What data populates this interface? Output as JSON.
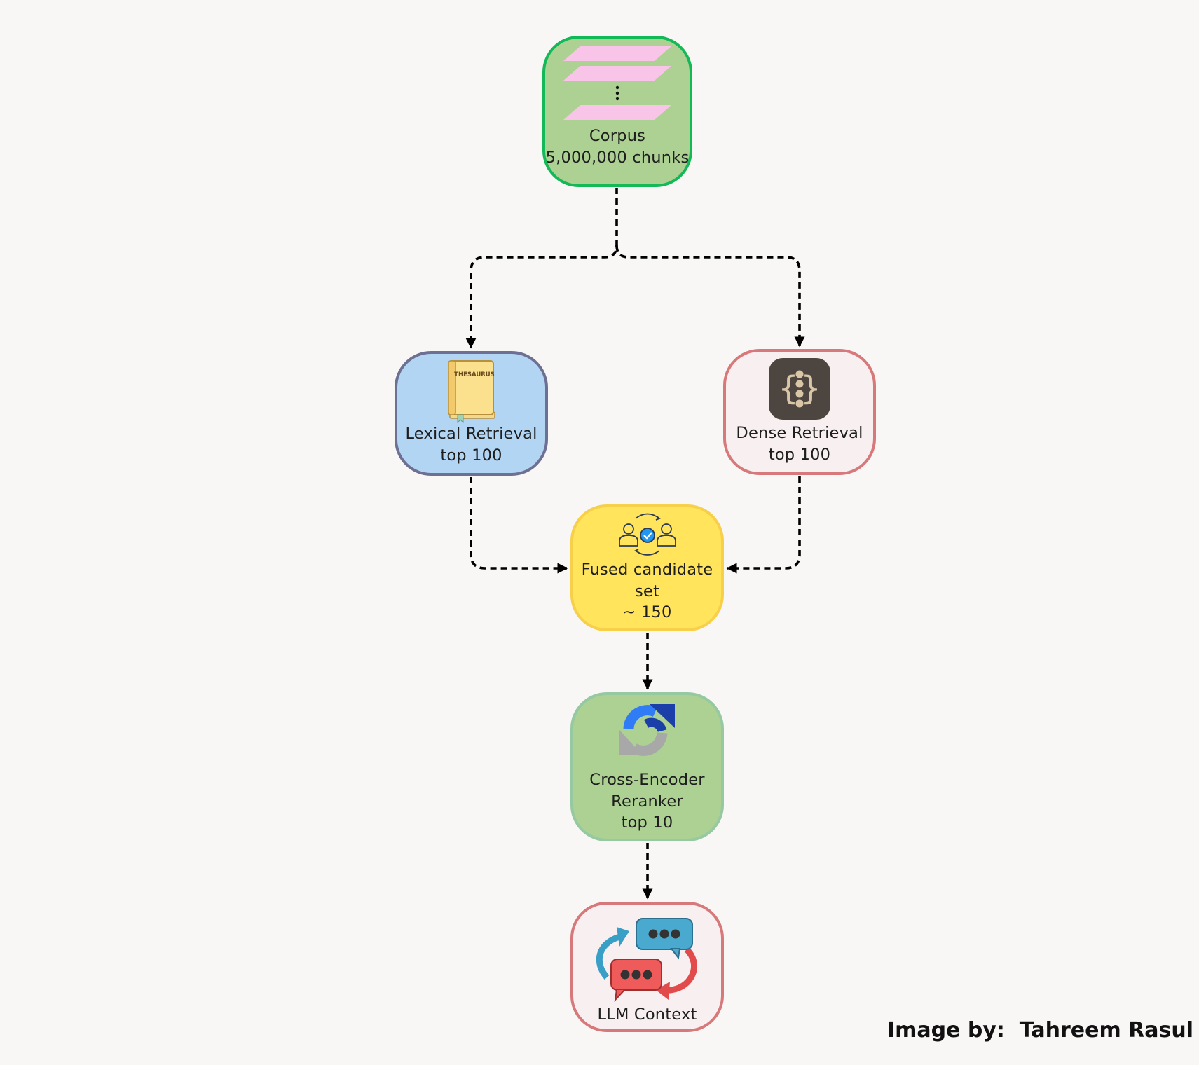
{
  "nodes": {
    "corpus": {
      "lines": [
        "Corpus",
        "5,000,000 chunks"
      ],
      "icon": "document-stack-icon"
    },
    "lexical": {
      "lines": [
        "Lexical Retrieval",
        "top 100"
      ],
      "icon": "thesaurus-book-icon",
      "icon_text": "THESAURUS"
    },
    "dense": {
      "lines": [
        "Dense Retrieval",
        "top 100"
      ],
      "icon": "curly-braces-icon"
    },
    "fused": {
      "lines": [
        "Fused candidate",
        "set",
        "~ 150"
      ],
      "icon": "people-merge-icon"
    },
    "reranker": {
      "lines": [
        "Cross-Encoder",
        "Reranker",
        "top 10"
      ],
      "icon": "refresh-arrows-icon"
    },
    "llm": {
      "lines": [
        "LLM Context"
      ],
      "icon": "chat-bubbles-icon"
    }
  },
  "credit": "Image by:  Tahreem Rasul",
  "colors": {
    "background": "#f9f7f5",
    "corpus_fill": "#add192",
    "corpus_border": "#13b957",
    "lexical_fill": "#b3d5f4",
    "lexical_border": "#6e7093",
    "dense_fill": "#f7eff0",
    "dense_border": "#d7787a",
    "fused_fill": "#ffe45c",
    "fused_border": "#f7cf49",
    "reranker_fill": "#acd192",
    "reranker_border": "#96c8a1",
    "llm_fill": "#f8eff0",
    "llm_border": "#d7787a",
    "connector": "#000000"
  }
}
